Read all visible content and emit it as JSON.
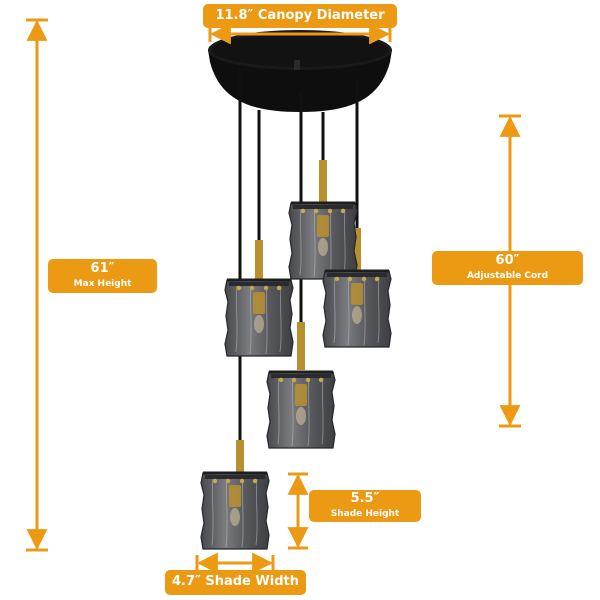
{
  "labels": {
    "canopy_diameter": "11.8″ Canopy Diameter",
    "max_height_value": "61″",
    "max_height_caption": "Max Height",
    "cord_value": "60″",
    "cord_caption": "Adjustable Cord",
    "shade_height_value": "5.5″",
    "shade_height_caption": "Shade Height",
    "shade_width": "4.7″ Shade Width"
  },
  "colors": {
    "accent": "#ec9a14",
    "fixture_black": "#111111",
    "brass": "#b8902f",
    "smoked_glass": "#5e5f62"
  }
}
